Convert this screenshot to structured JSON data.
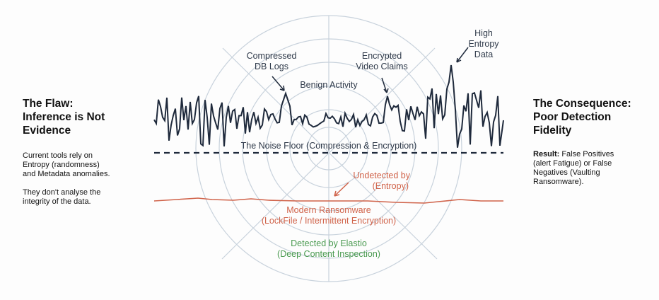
{
  "left_panel": {
    "title_lines": [
      "The Flaw:",
      "Inference is Not",
      "Evidence"
    ],
    "para1_lines": [
      "Current tools rely on",
      "Entropy (randomness)",
      "and Metadata anomalies."
    ],
    "para2_lines": [
      "They don't analyse the",
      "integrity of the data."
    ]
  },
  "right_panel": {
    "title_lines": [
      "The Consequence:",
      "Poor Detection",
      "Fidelity"
    ],
    "result_label": "Result:",
    "result_lines": [
      " False Positives",
      "(alert Fatigue) or False",
      "Negatives (Vaulting",
      "Ransomware)."
    ]
  },
  "diagram": {
    "compressed": [
      "Compressed",
      "DB Logs"
    ],
    "encrypted": [
      "Encrypted",
      "Video Claims"
    ],
    "high_entropy": [
      "High",
      "Entropy",
      "Data"
    ],
    "benign": "Benign Activity",
    "noise_floor": "The Noise Floor (Compression & Encryption)",
    "undetected": [
      "Undetected by",
      "(Entropy)"
    ],
    "ransomware": [
      "Modern Ransomware",
      "(LockFile / Intermittent Encryption)"
    ],
    "detected": [
      "Detected by Elastio",
      "(Deep Content Inspection)"
    ],
    "colors": {
      "wave": "#1f2a3c",
      "ransom": "#d0634a",
      "detected": "#4a9a50",
      "grid": "#c8d2dc"
    }
  }
}
